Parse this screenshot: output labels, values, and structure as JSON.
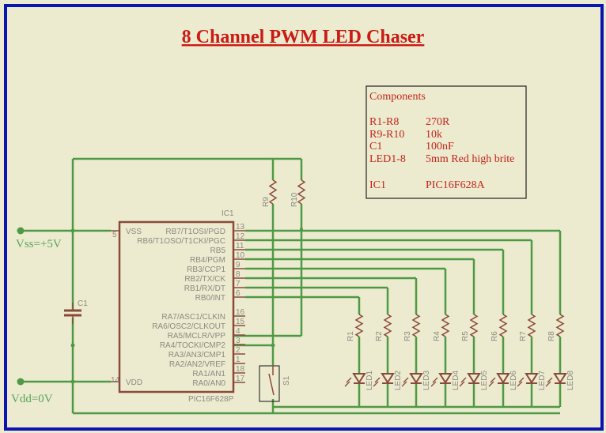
{
  "title": "8 Channel PWM LED Chaser",
  "components_box": {
    "heading": "Components",
    "rows": [
      {
        "ref": "R1-R8",
        "value": "270R"
      },
      {
        "ref": "R9-R10",
        "value": "10k"
      },
      {
        "ref": "C1",
        "value": "100nF"
      },
      {
        "ref": "LED1-8",
        "value": "5mm Red high brite"
      },
      {
        "ref": "IC1",
        "value": "PIC16F628A"
      }
    ]
  },
  "ic": {
    "ref": "IC1",
    "part": "PIC16F628P",
    "left_pins": [
      {
        "name": "VSS",
        "num": "5"
      },
      {
        "name": "VDD",
        "num": "14"
      }
    ],
    "right_pins": [
      {
        "name": "RB7/T1OSI/PGD",
        "num": "13"
      },
      {
        "name": "RB6/T1OSO/T1CKI/PGC",
        "num": "12"
      },
      {
        "name": "RB5",
        "num": "11"
      },
      {
        "name": "RB4/PGM",
        "num": "10"
      },
      {
        "name": "RB3/CCP1",
        "num": "9"
      },
      {
        "name": "RB2/TX/CK",
        "num": "8"
      },
      {
        "name": "RB1/RX/DT",
        "num": "7"
      },
      {
        "name": "RB0/INT",
        "num": "6"
      },
      {
        "name": "RA7/ASC1/CLKIN",
        "num": "16"
      },
      {
        "name": "RA6/OSC2/CLKOUT",
        "num": "15"
      },
      {
        "name": "RA5/MCLR/VPP",
        "num": "4"
      },
      {
        "name": "RA4/TOCKI/CMP2",
        "num": "3"
      },
      {
        "name": "RA3/AN3/CMP1",
        "num": "2"
      },
      {
        "name": "RA2/AN2/VREF",
        "num": "1"
      },
      {
        "name": "RA1/AN1",
        "num": "18"
      },
      {
        "name": "RA0/AN0",
        "num": "17"
      }
    ]
  },
  "rails": {
    "vss": "Vss=+5V",
    "vdd": "Vdd=0V"
  },
  "capacitor": "C1",
  "pullups": [
    "R9",
    "R10"
  ],
  "switch": "S1",
  "resistors": [
    "R1",
    "R2",
    "R3",
    "R4",
    "R5",
    "R6",
    "R7",
    "R8"
  ],
  "leds": [
    "LED1",
    "LED2",
    "LED3",
    "LED4",
    "LED5",
    "LED6",
    "LED7",
    "LED8"
  ],
  "colors": {
    "border": "#0a14b0",
    "background": "#ecebd0",
    "wire": "#4e9a44",
    "part": "#8a4a3a",
    "text_red": "#cc1a14"
  }
}
